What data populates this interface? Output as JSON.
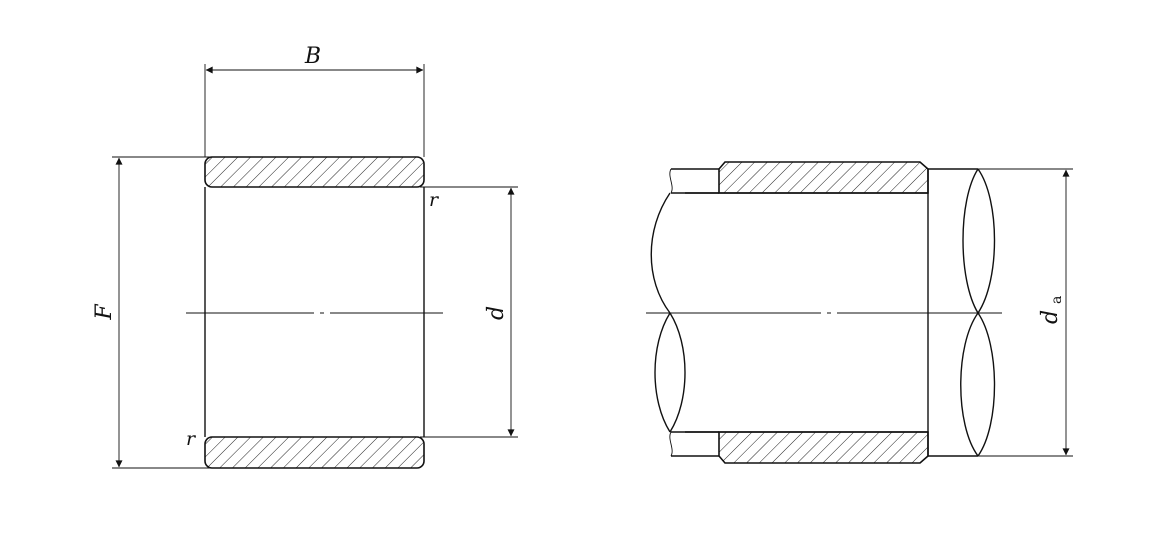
{
  "left_view": {
    "label_B": "B",
    "label_F": "F",
    "label_d": "d",
    "label_r_top": "r",
    "label_r_bottom": "r"
  },
  "right_view": {
    "label_da_main": "d",
    "label_da_sub": "a"
  }
}
